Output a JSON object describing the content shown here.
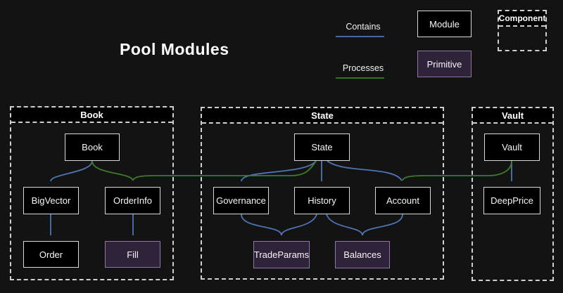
{
  "title": "Pool Modules",
  "legend": {
    "contains": {
      "label": "Contains",
      "color": "#4e74b2"
    },
    "processes": {
      "label": "Processes",
      "color": "#3d7d28"
    },
    "module": {
      "label": "Module"
    },
    "primitive": {
      "label": "Primitive"
    },
    "component": {
      "label": "Component"
    }
  },
  "colors": {
    "background": "#131313",
    "module_fill": "#000000",
    "module_border": "#d9d9d9",
    "primitive_fill": "#2e2338",
    "primitive_border": "#8f76a6",
    "container_border": "#cfcfcf",
    "contains_edge": "#4e74b2",
    "processes_edge": "#3d7d28",
    "text": "#ffffff"
  },
  "containers": {
    "book": {
      "label": "Book"
    },
    "state": {
      "label": "State"
    },
    "vault": {
      "label": "Vault"
    }
  },
  "nodes": {
    "book": {
      "label": "Book",
      "type": "module"
    },
    "bigvector": {
      "label": "BigVector",
      "type": "module"
    },
    "orderinfo": {
      "label": "OrderInfo",
      "type": "module"
    },
    "order": {
      "label": "Order",
      "type": "module"
    },
    "fill": {
      "label": "Fill",
      "type": "primitive"
    },
    "state": {
      "label": "State",
      "type": "module"
    },
    "governance": {
      "label": "Governance",
      "type": "module"
    },
    "history": {
      "label": "History",
      "type": "module"
    },
    "account": {
      "label": "Account",
      "type": "module"
    },
    "tradeparams": {
      "label": "TradeParams",
      "type": "primitive"
    },
    "balances": {
      "label": "Balances",
      "type": "primitive"
    },
    "vault": {
      "label": "Vault",
      "type": "module"
    },
    "deepprice": {
      "label": "DeepPrice",
      "type": "module"
    }
  },
  "edges": [
    {
      "from": "Book",
      "to": "BigVector",
      "relation": "contains"
    },
    {
      "from": "BigVector",
      "to": "Order",
      "relation": "contains"
    },
    {
      "from": "OrderInfo",
      "to": "Fill",
      "relation": "contains"
    },
    {
      "from": "State",
      "to": "Governance",
      "relation": "contains"
    },
    {
      "from": "State",
      "to": "History",
      "relation": "contains"
    },
    {
      "from": "State",
      "to": "Account",
      "relation": "contains"
    },
    {
      "from": "Governance",
      "to": "TradeParams",
      "relation": "contains"
    },
    {
      "from": "History",
      "to": "TradeParams",
      "relation": "contains"
    },
    {
      "from": "History",
      "to": "Balances",
      "relation": "contains"
    },
    {
      "from": "Account",
      "to": "Balances",
      "relation": "contains"
    },
    {
      "from": "Vault",
      "to": "DeepPrice",
      "relation": "contains"
    },
    {
      "from": "Book",
      "to": "OrderInfo",
      "relation": "processes"
    },
    {
      "from": "State",
      "to": "OrderInfo",
      "relation": "processes"
    },
    {
      "from": "Vault",
      "to": "Account",
      "relation": "processes"
    }
  ]
}
